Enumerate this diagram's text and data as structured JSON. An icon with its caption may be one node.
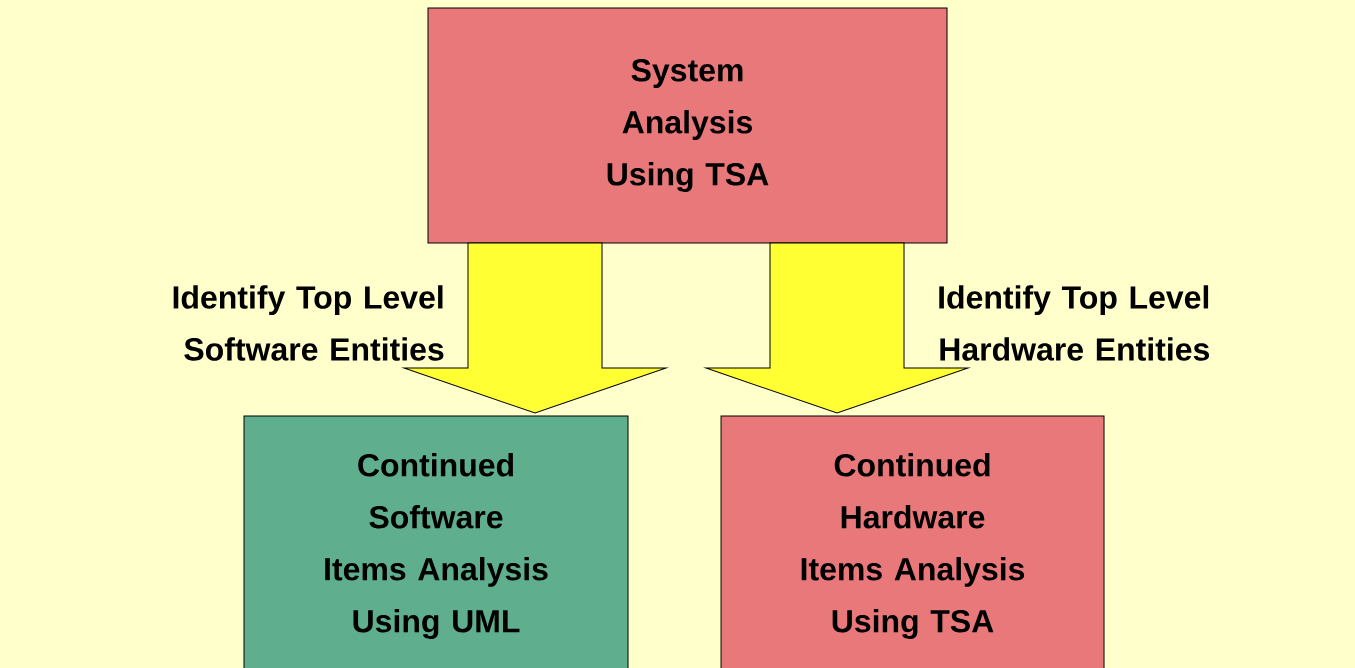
{
  "diagram": {
    "nodes": [
      {
        "text": [
          "System Analysis Using TSA"
        ]
      },
      {
        "text": [
          "Continued Software Items Analysis Using UML"
        ]
      },
      {
        "text": [
          "Continued Hardware Items Analysis Using TSA"
        ]
      }
    ],
    "edges": [
      {
        "from": 0,
        "to": 1,
        "arrow": "to",
        "label": "Identify Top Level Software Entities"
      },
      {
        "from": 0,
        "to": 2,
        "arrow": "to",
        "label": "Identify Top Level Hardware Entities"
      }
    ]
  }
}
